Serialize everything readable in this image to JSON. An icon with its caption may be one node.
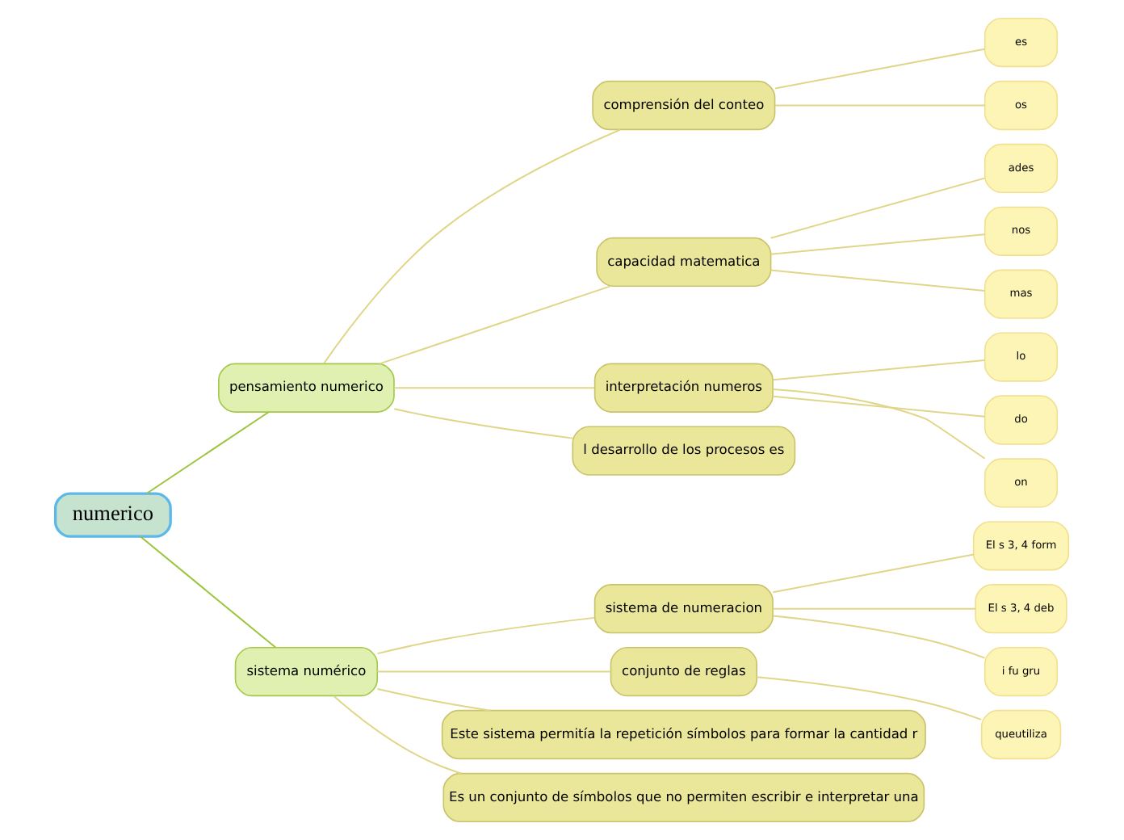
{
  "diagram": {
    "nodes": [
      {
        "text": [
          "numerico"
        ]
      },
      {
        "text": [
          "pensamiento numerico"
        ]
      },
      {
        "text": [
          "comprensión del conteo"
        ]
      },
      {
        "text": [
          "es"
        ]
      },
      {
        "text": [
          "os"
        ]
      },
      {
        "text": [
          "capacidad matematica"
        ]
      },
      {
        "text": [
          "ades"
        ]
      },
      {
        "text": [
          "nos"
        ]
      },
      {
        "text": [
          "mas"
        ]
      },
      {
        "text": [
          "interpretación numeros"
        ]
      },
      {
        "text": [
          "lo"
        ]
      },
      {
        "text": [
          "do"
        ]
      },
      {
        "text": [
          "on"
        ]
      },
      {
        "text": [
          "l desarrollo de los procesos es"
        ]
      },
      {
        "text": [
          "sistema numérico"
        ]
      },
      {
        "text": [
          "sistema de numeracion"
        ]
      },
      {
        "text": [
          "El s 3, 4 form"
        ]
      },
      {
        "text": [
          "El s 3, 4 deb"
        ]
      },
      {
        "text": [
          "i fu gru"
        ]
      },
      {
        "text": [
          "conjunto de reglas"
        ]
      },
      {
        "text": [
          "queutiliza"
        ]
      },
      {
        "text": [
          "Este sistema permitía la repetición símbolos para formar la cantidad r"
        ]
      },
      {
        "text": [
          "Es un conjunto de símbolos que no permiten escribir e interpretar una"
        ]
      }
    ],
    "edges": [
      {
        "from": 0,
        "to": 1,
        "arrow": "none",
        "color": "#9cc43c"
      },
      {
        "from": 1,
        "to": 2,
        "arrow": "none"
      },
      {
        "from": 2,
        "to": 3,
        "arrow": "none"
      },
      {
        "from": 2,
        "to": 4,
        "arrow": "none"
      },
      {
        "from": 1,
        "to": 5,
        "arrow": "none"
      },
      {
        "from": 5,
        "to": 6,
        "arrow": "none"
      },
      {
        "from": 5,
        "to": 7,
        "arrow": "none"
      },
      {
        "from": 5,
        "to": 8,
        "arrow": "none"
      },
      {
        "from": 1,
        "to": 9,
        "arrow": "none"
      },
      {
        "from": 9,
        "to": 10,
        "arrow": "none"
      },
      {
        "from": 9,
        "to": 11,
        "arrow": "none"
      },
      {
        "from": 9,
        "to": 12,
        "arrow": "none"
      },
      {
        "from": 1,
        "to": 13,
        "arrow": "none"
      },
      {
        "from": 0,
        "to": 14,
        "arrow": "none",
        "color": "#9cc43c"
      },
      {
        "from": 14,
        "to": 15,
        "arrow": "none"
      },
      {
        "from": 15,
        "to": 16,
        "arrow": "none"
      },
      {
        "from": 15,
        "to": 17,
        "arrow": "none"
      },
      {
        "from": 15,
        "to": 18,
        "arrow": "none"
      },
      {
        "from": 14,
        "to": 19,
        "arrow": "none"
      },
      {
        "from": 19,
        "to": 20,
        "arrow": "none"
      },
      {
        "from": 14,
        "to": 21,
        "arrow": "none"
      },
      {
        "from": 14,
        "to": 22,
        "arrow": "none"
      }
    ]
  }
}
